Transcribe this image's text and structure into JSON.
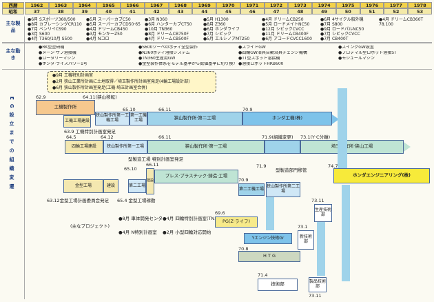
{
  "header": {
    "row1_label": "西暦",
    "row2_label": "昭和",
    "years": [
      "1962",
      "1963",
      "1964",
      "1965",
      "1966",
      "1967",
      "1968",
      "1969",
      "1970",
      "1971",
      "1972",
      "1973",
      "1974",
      "1975",
      "1976",
      "1977",
      "1978"
    ],
    "showa": [
      "37",
      "38",
      "39",
      "40",
      "41",
      "42",
      "43",
      "44",
      "45",
      "46",
      "47",
      "48",
      "49",
      "50",
      "51",
      "52",
      "53"
    ]
  },
  "sections": {
    "products_label": "主な製品",
    "moves_label": "主な動き",
    "eg_label": "EG設立までの組織変遷"
  },
  "products": [
    "●6月 Sスポーツ360/500",
    "●8月 カブレーシングCR110",
    "●7月 ベンリイCS90",
    "●3月 S600",
    "●4月 T360/10月 S500",
    "●5月 スーパーカブC50",
    "●5月 スーパーカブCD50·65",
    "●4月 ドリームCB450",
    "●3月 モンキーZ50",
    "●4月 Nコロ",
    "●3月 N360",
    "●6月 ハンターカブCT50",
    "●10月 TN360",
    "●8月 ドリームCB750F",
    "●4月 ドリームCB500F",
    "●5月 H1300",
    "●8月 Z360",
    "●6月 ホンダライフ",
    "●7月 シビック",
    "●5月 エルシノアMT250",
    "●4月 ドリームCB250",
    "●5月 ロードメイトNC50",
    "●12月 シビックCVCC",
    "●11月 ドリームCB400F",
    "●6月 アコードCVCC1600",
    "●6月 4サイクル船外機",
    "●7月 S800",
    "●9月 ロードパルNC50",
    "●7月 シビックCVCC",
    "●7月 CB400T",
    "●4月 ドリームCB360T",
    "78.100"
  ],
  "moves": [
    "●RK型塗研機",
    "●メーン·サブ溶接機",
    "●ロータリーマシン",
    "●ホンダ·ライスパワー1号",
    "●S600クーペのボディ全型製作",
    "●N360ボディ溶接システム",
    "●TN360生産用GW",
    "●金型製作体系をモデル基準から数値基準に切り換え",
    "●スライドGW",
    "●四輪GW治具自動治具チェンジ機構",
    "●TT型スポット溶接機",
    "●溶接ロボットHRB600",
    "●スイングGW設置",
    "●プロデマル型ロボット溶接ST",
    "●モジュールマシン"
  ],
  "project_notes": [
    "●9月 工機特別計画室",
    "●2月 狭山工業所計画に土地取得／埼玉製作所計画室発足(4輪工場設計部)",
    "●6月 狭山製作所計画室発足(工機·埼玉計画室合併)"
  ],
  "orgs": {
    "kouki_label": "工機製作所",
    "kouki_date": "62.9",
    "kouki_move": "64.11(狭山移転)",
    "kouki_kensetsu": "工機工場建設",
    "kouki_tokubetsu": "63.9 工機特別計画室発足",
    "sayama_a": "狭山製作所第一工機工場",
    "sayama_a_date": "65.10",
    "dai1": "第一工機工場",
    "sayama_a2": "狭山製作所·第二工場",
    "sayama_a2_date": "66.11",
    "honda_kouki": "ホンダ工機(株)",
    "honda_kouki_date": "70.9",
    "shirin_label": "四輪工場建設",
    "shirin_date": "64.5",
    "shirin_date2": "64.12",
    "sayama_b": "狭山製作所第一工場",
    "sayama_b2": "狭山製作所·第一工場",
    "sayama_b2_date": "66.11",
    "henko": "71.9(組織変更)",
    "ycbunri": "73.1(Y·C分離)",
    "saitama": "埼玉製作所·狭山工場",
    "kanagata_plan": "型製造工場 特別計画室発足",
    "kanagata_label": "金型工場",
    "kensetsu": "建設",
    "kanagata_date": "65.10",
    "kanagata_date2": "66.11",
    "dai2": "第二工場",
    "press": "プレス·プラスチック·鋳造·工場",
    "press_date": "70.9",
    "dai2_kouki": "第二工機工場",
    "sayama_c": "狭山製作所第二工場",
    "sayama_c_date": "71.9",
    "kanagata_iko": "型製造部門移管",
    "hondaeng": "ホンダエンジニアリング(株)",
    "hondaeng_date": "74.7",
    "kanagata_plan2": "63.12金型工場計画委員会発足",
    "kanagata_kado": "65.4 金型工場稼動",
    "project_label": "(主なプロジェクト)",
    "p1": "●8月 車体開発センター",
    "p2": "●4月 四輪特別計画室(TN360)",
    "p3": "●4月 N特別計画室",
    "p4": "●2月 小型四輪対応開始",
    "pg": "PG(Z·ライフ)",
    "pg_date": "69.6",
    "yengine": "Yエンジン技術Gr",
    "hb": "新技術部",
    "htg": "H T G",
    "htg_date": "70.8",
    "gijutsu": "技術部",
    "gijutsu_date": "71.4",
    "seisan": "生産技術部",
    "seisan_date": "73.11",
    "seihin": "製品技術部",
    "seihin_date": "73.11",
    "d731": "73.1",
    "d7311": "73.11"
  }
}
